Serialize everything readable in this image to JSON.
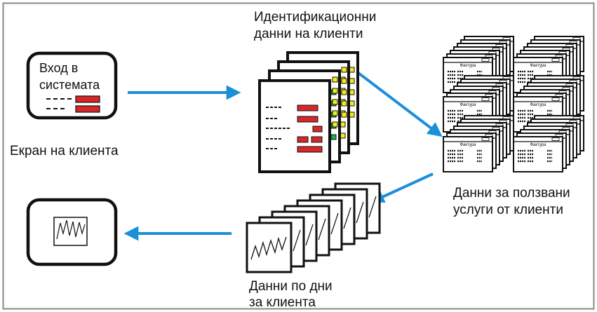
{
  "colors": {
    "border": "#8a8a8a",
    "arrow": "#1b8fd8",
    "red_field": "#d4282b",
    "green_tab": "#22b14c",
    "yellow_tab": "#f5ec1c",
    "stroke": "#111111"
  },
  "login_screen": {
    "title_line1": "Вход в",
    "title_line2": "системата",
    "caption": "Екран на клиента"
  },
  "customer_id": {
    "caption_line1": "Идентификационни",
    "caption_line2": "данни на клиенти"
  },
  "usage_data": {
    "invoice_title": "Фактура",
    "caption_line1": "Данни за ползвани",
    "caption_line2": "услуги от клиенти"
  },
  "daily_data": {
    "caption_line1": "Данни по дни",
    "caption_line2": "за клиента"
  },
  "chart_screen": {
    "icon": "line-chart-icon"
  }
}
